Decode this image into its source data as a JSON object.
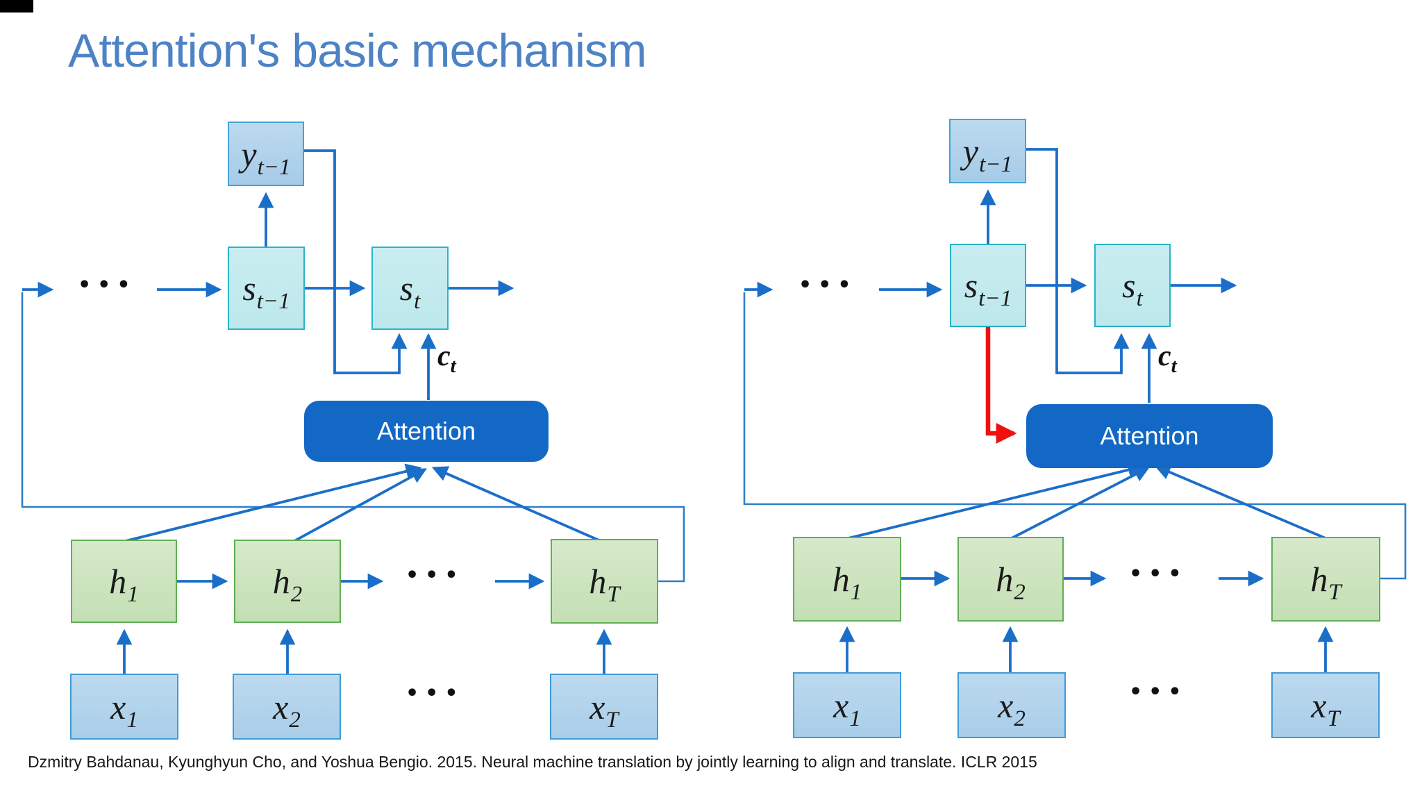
{
  "slide": {
    "title": "Attention's basic mechanism",
    "citation": "Dzmitry Bahdanau, Kyunghyun Cho, and Yoshua Bengio. 2015. Neural machine translation by jointly learning to align and translate. ICLR 2015"
  },
  "colors": {
    "title_text": "#4d83c5",
    "arrow_blue": "#1b6ec8",
    "loop_blue": "#2f7ecb",
    "highlight_red": "#f01010",
    "attention_fill": "#1268c4",
    "attention_text": "#ffffff",
    "y_box_fill": "#b3d4ec",
    "s_box_fill": "#c4ebee",
    "h_box_fill": "#cde4bd",
    "x_box_fill": "#b3d4ec",
    "math_text": "#1a1a1a"
  },
  "left": {
    "dots": "•••",
    "attention_label": "Attention",
    "y_label": {
      "base": "y",
      "sub": "t−1"
    },
    "s_prev_label": {
      "base": "s",
      "sub": "t−1"
    },
    "s_cur_label": {
      "base": "s",
      "sub": "t"
    },
    "context_label": {
      "base": "c",
      "sub": "t"
    },
    "h_labels": [
      {
        "base": "h",
        "sub": "1"
      },
      {
        "base": "h",
        "sub": "2"
      },
      {
        "base": "h",
        "sub": "T"
      }
    ],
    "x_labels": [
      {
        "base": "x",
        "sub": "1"
      },
      {
        "base": "x",
        "sub": "2"
      },
      {
        "base": "x",
        "sub": "T"
      }
    ]
  },
  "right": {
    "dots": "•••",
    "attention_label": "Attention",
    "y_label": {
      "base": "y",
      "sub": "t−1"
    },
    "s_prev_label": {
      "base": "s",
      "sub": "t−1"
    },
    "s_cur_label": {
      "base": "s",
      "sub": "t"
    },
    "context_label": {
      "base": "c",
      "sub": "t"
    },
    "h_labels": [
      {
        "base": "h",
        "sub": "1"
      },
      {
        "base": "h",
        "sub": "2"
      },
      {
        "base": "h",
        "sub": "T"
      }
    ],
    "x_labels": [
      {
        "base": "x",
        "sub": "1"
      },
      {
        "base": "x",
        "sub": "2"
      },
      {
        "base": "x",
        "sub": "T"
      }
    ]
  }
}
